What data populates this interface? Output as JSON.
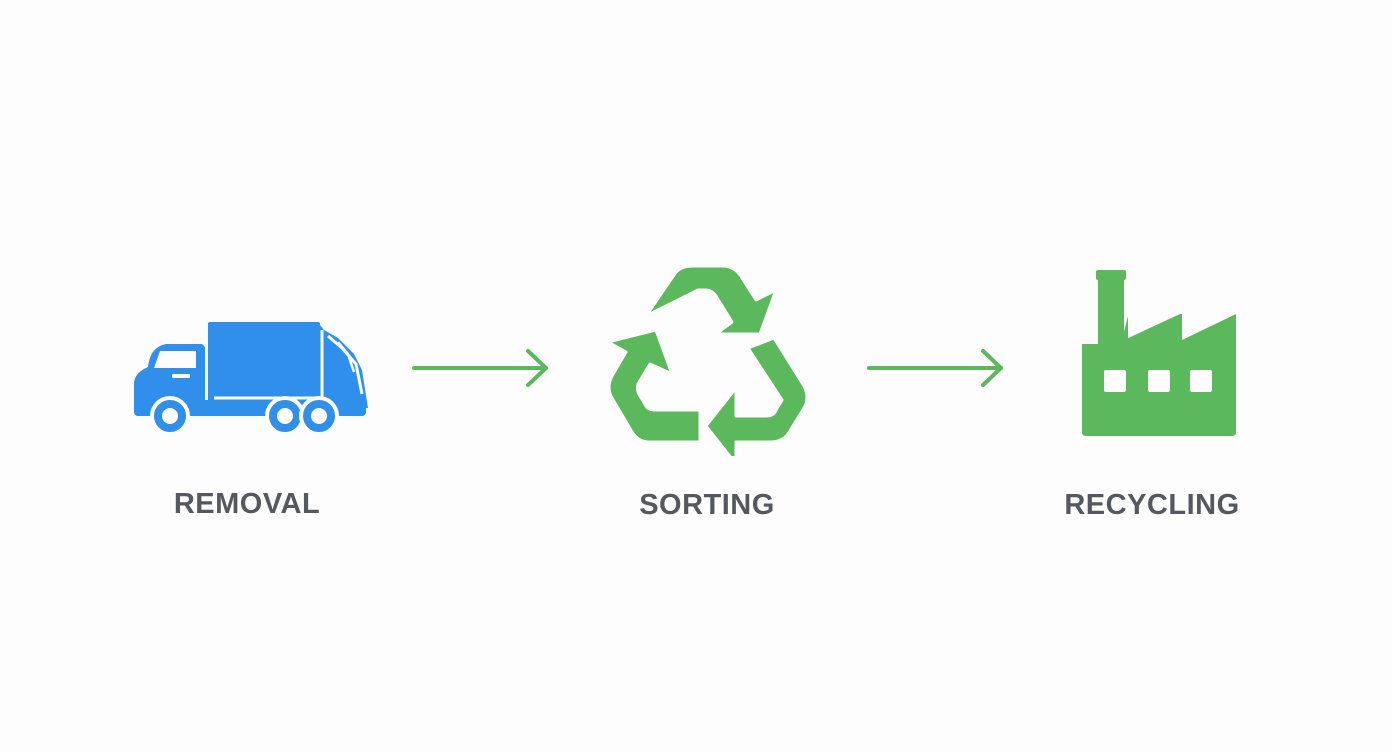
{
  "steps": [
    {
      "label": "REMOVAL",
      "icon": "garbage-truck-icon",
      "color": "#2f8fea"
    },
    {
      "label": "SORTING",
      "icon": "recycle-icon",
      "color": "#5cb85c"
    },
    {
      "label": "RECYCLING",
      "icon": "factory-icon",
      "color": "#5cb85c"
    }
  ],
  "connectors": [
    {
      "icon": "arrow-right-icon",
      "color": "#5cb85c"
    },
    {
      "icon": "arrow-right-icon",
      "color": "#5cb85c"
    }
  ],
  "colors": {
    "background": "#fdfdfd",
    "label_text": "#55585e"
  }
}
